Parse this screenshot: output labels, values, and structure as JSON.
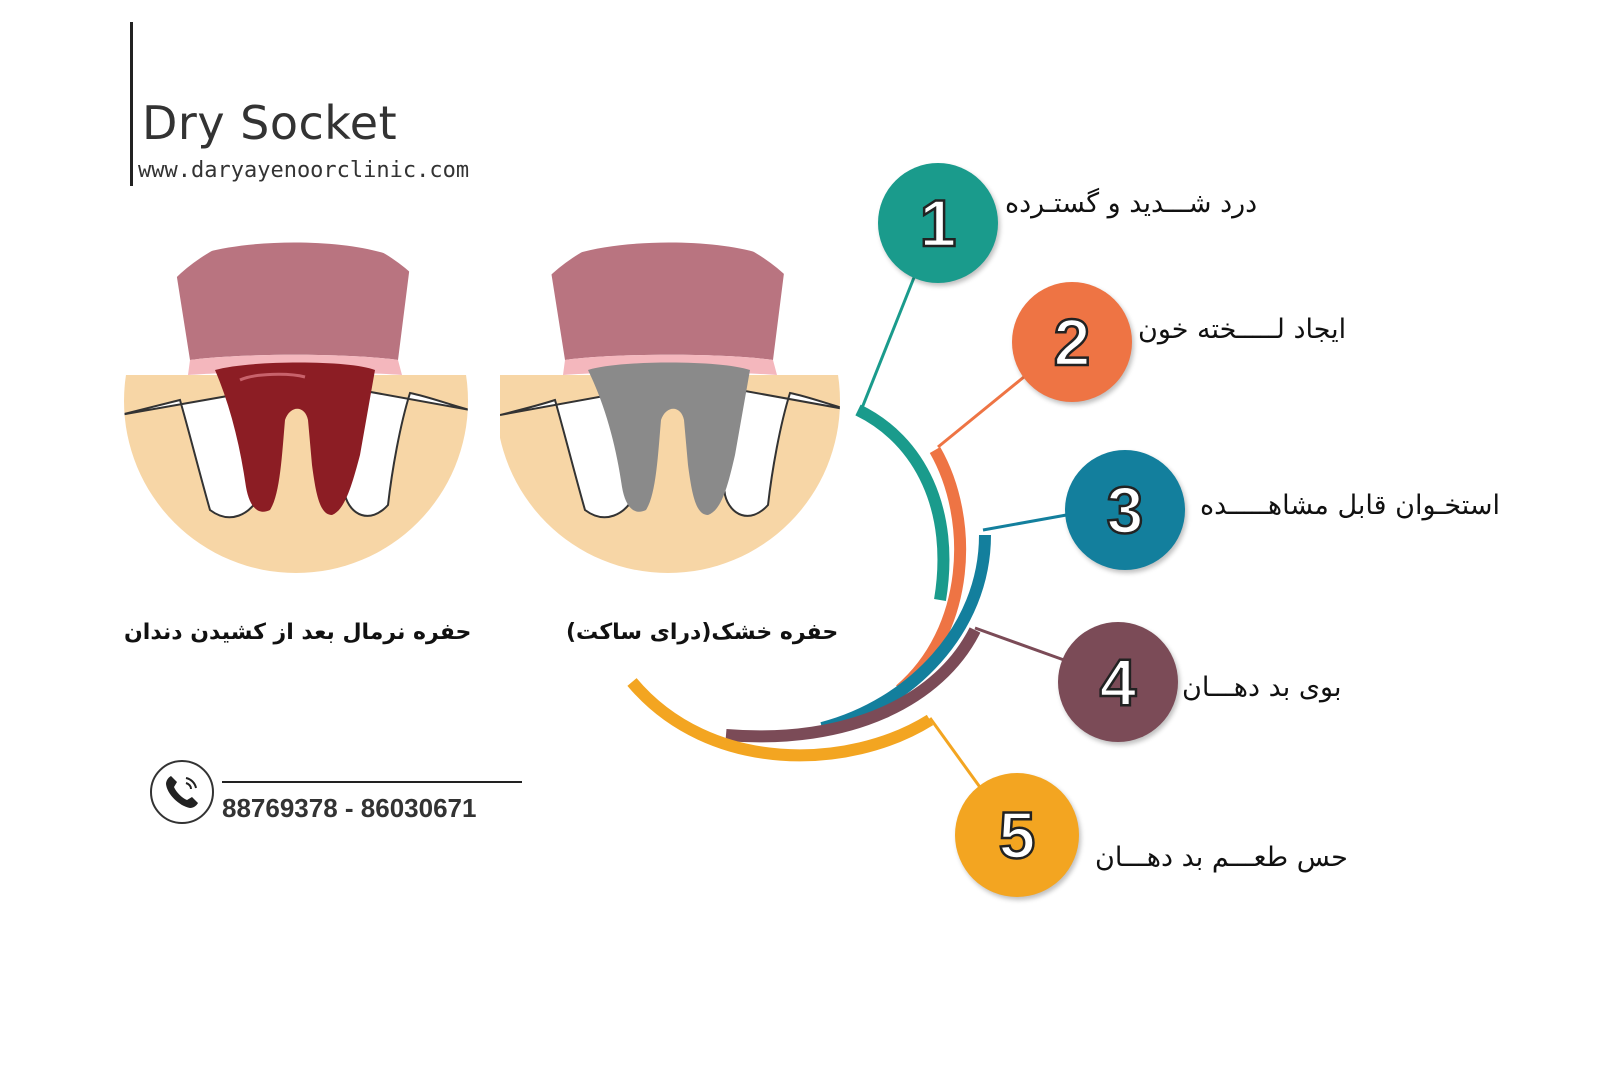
{
  "header": {
    "title": "Dry Socket",
    "url": "www.daryayenoorclinic.com"
  },
  "illustrations": {
    "normal_caption": "حفره نرمال بعد از کشیدن دندان",
    "dry_caption": "حفره خشک(درای ساکت)"
  },
  "contact": {
    "phone": "88769378 - 86030671",
    "icon": "phone-icon"
  },
  "symptoms": [
    {
      "number": "1",
      "label": "درد شـــدید و گستـرده",
      "color": "#1a9b8c"
    },
    {
      "number": "2",
      "label": "ایجاد لـــــخته خون",
      "color": "#ee7444"
    },
    {
      "number": "3",
      "label": "استخـوان قابل مشاهـــــده",
      "color": "#137f9d"
    },
    {
      "number": "4",
      "label": "بوی بد دهـــان",
      "color": "#7b4b57"
    },
    {
      "number": "5",
      "label": "حس طعـــم بد دهـــان",
      "color": "#f3a521"
    }
  ],
  "colors": {
    "gum": "#b97480",
    "bone": "#f7d6a6",
    "blood_clot": "#8c1d24",
    "dry_socket": "#8a8a8a"
  }
}
